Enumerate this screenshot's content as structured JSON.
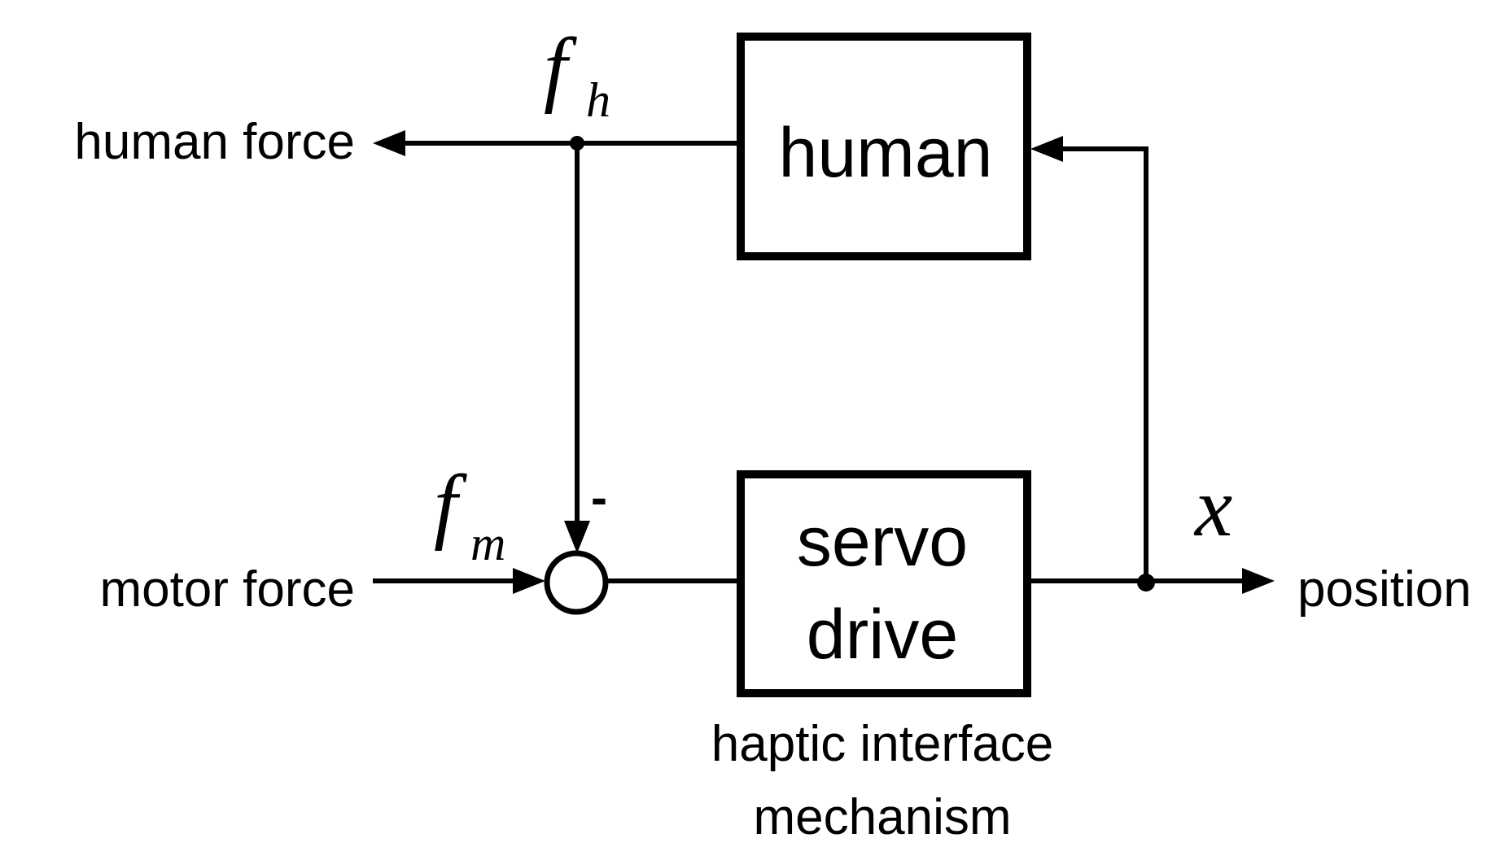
{
  "blocks": {
    "human": {
      "label": "human"
    },
    "servo": {
      "line1": "servo",
      "line2": "drive"
    }
  },
  "caption": {
    "line1": "haptic interface",
    "line2": "mechanism"
  },
  "signals": {
    "human_force": {
      "label": "human force",
      "symbol": "f",
      "subscript": "h"
    },
    "motor_force": {
      "label": "motor force",
      "symbol": "f",
      "subscript": "m"
    },
    "position": {
      "label": "position",
      "symbol": "x"
    }
  },
  "summing_junction": {
    "minus_sign": "-"
  }
}
